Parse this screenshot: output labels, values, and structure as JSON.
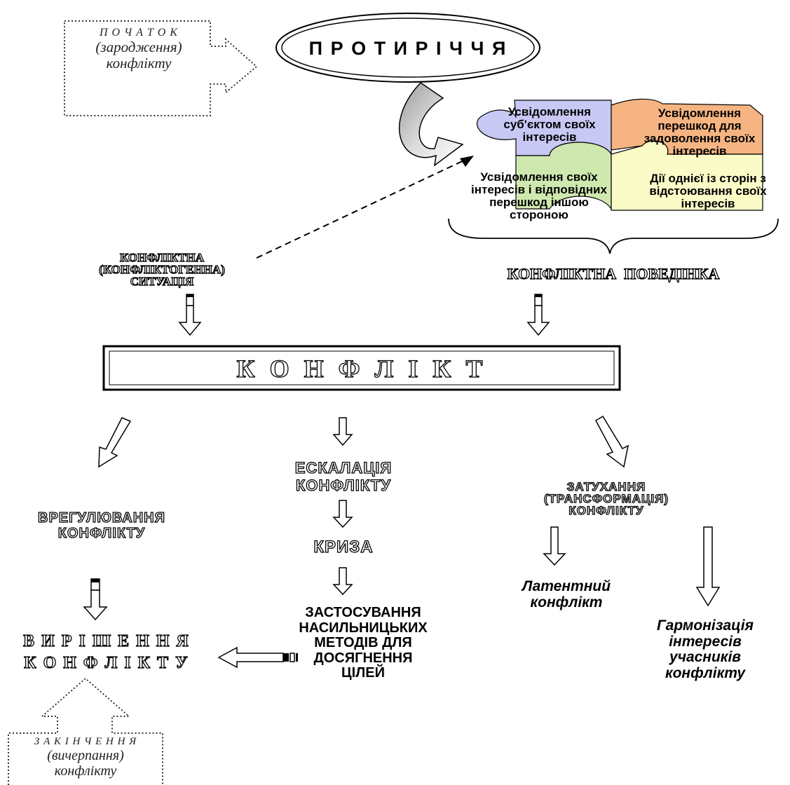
{
  "start_label": {
    "line1": "П О Ч А Т О К",
    "line2": "(зародження)",
    "line3": "конфлікту"
  },
  "contradiction": "П Р О Т И Р І Ч Ч Я",
  "puzzle": {
    "piece1": "Усвідомлення суб'єктом своїх інтересів",
    "piece2": "Усвідомлення перешкод для задоволення своїх інтересів",
    "piece3": "Усвідомлення своїх інтересів і відповідних перешкод іншою стороною",
    "piece4": "Дії однієї із сторін з відстоювання своїх інтересів"
  },
  "conflict_situation": {
    "line1": "КОНФЛІКТНА",
    "line2": "(КОНФЛІКТОГЕННА)",
    "line3": "СИТУАЦІЯ"
  },
  "conflict_behavior": "КОНФЛІКТНА  ПОВЕДІНКА",
  "conflict": "К О Н Ф Л І К Т",
  "escalation": {
    "line1": "ЕСКАЛАЦІЯ",
    "line2": "КОНФЛІКТУ"
  },
  "crisis": "КРИЗА",
  "violence": {
    "line1": "ЗАСТОСУВАННЯ",
    "line2": "НАСИЛЬНИЦЬКИХ",
    "line3": "МЕТОДІВ ДЛЯ",
    "line4": "ДОСЯГНЕННЯ",
    "line5": "ЦІЛЕЙ"
  },
  "settlement": {
    "line1": "ВРЕГУЛЮВАННЯ",
    "line2": "КОНФЛІКТУ"
  },
  "resolution": {
    "line1": "В И Р І Ш Е Н Н Я",
    "line2": "К О Н Ф Л І К Т У"
  },
  "fading": {
    "line1": "ЗАТУХАННЯ",
    "line2": "(ТРАНСФОРМАЦІЯ)",
    "line3": "КОНФЛІКТУ"
  },
  "latent": {
    "line1": "Латентний",
    "line2": "конфлікт"
  },
  "harmonization": {
    "line1": "Гармонізація",
    "line2": "інтересів",
    "line3": "учасників",
    "line4": "конфлікту"
  },
  "end_label": {
    "line1": "З А К І Н Ч Е Н Н Я",
    "line2": "(вичерпання)",
    "line3": "конфлікту"
  },
  "colors": {
    "piece1": "#c8c8f4",
    "piece2": "#f5b482",
    "piece3": "#cfe8b0",
    "piece4": "#fbfbc8"
  }
}
